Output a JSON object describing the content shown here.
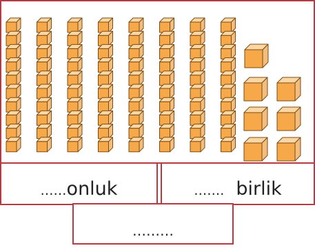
{
  "blocks": {
    "tens_count": 8,
    "ones_count": 7,
    "colors": {
      "front": "#f7a94a",
      "top": "#fcd7a3",
      "side": "#f2bd7d",
      "edge": "#7a4c14"
    }
  },
  "onluk_box": {
    "dots": "……",
    "word": "onluk"
  },
  "birlik_box": {
    "dots": "…….",
    "word": "birlik"
  },
  "result_box": {
    "dots": "………"
  }
}
